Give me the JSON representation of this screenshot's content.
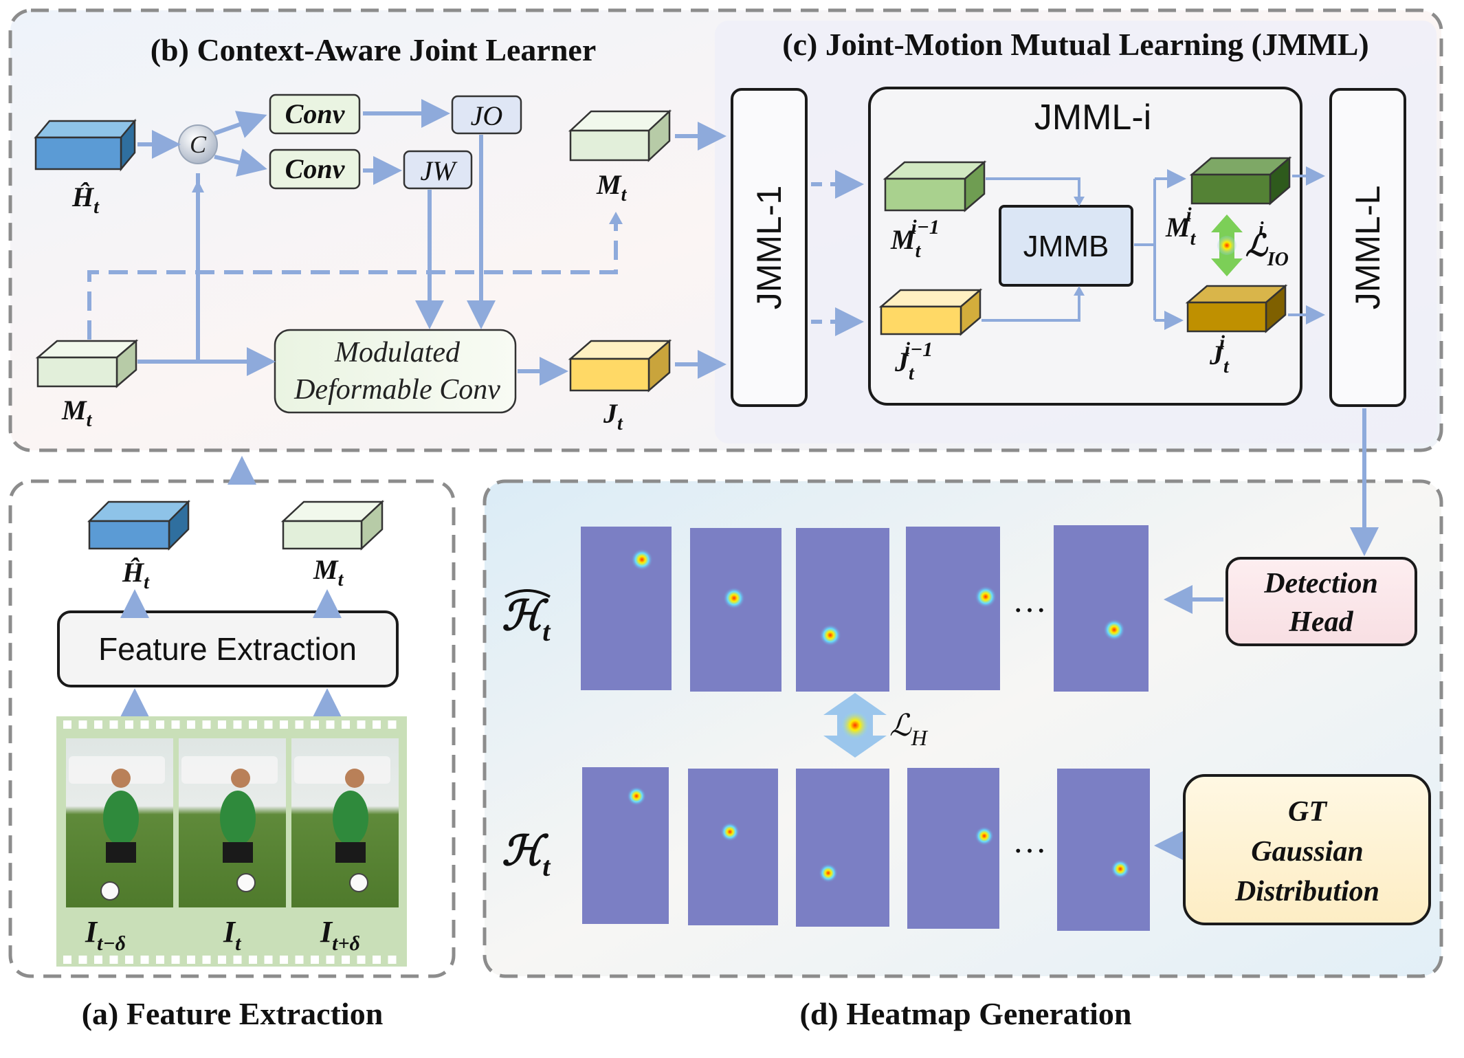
{
  "panels": {
    "b_title": "(b) Context-Aware Joint Learner",
    "c_title": "(c) Joint-Motion Mutual Learning (JMML)",
    "a_title": "(a) Feature Extraction",
    "d_title": "(d) Heatmap Generation"
  },
  "context_learner": {
    "h_hat_label": "Ĥ",
    "concat_label": "C",
    "conv_top": "Conv",
    "conv_bottom": "Conv",
    "jo_label": "JO",
    "jw_label": "JW",
    "modulated_line1": "Modulated",
    "modulated_line2": "Deformable Conv",
    "m_label": "M",
    "j_label": "J",
    "subscript_t": "t"
  },
  "jmml": {
    "block_first": "JMML-1",
    "block_mid": "JMML-i",
    "block_last": "JMML-L",
    "jmmb": "JMMB",
    "m_prev_sup": "i−1",
    "j_prev_sup": "i−1",
    "m_cur_sup": "i",
    "j_cur_sup": "i",
    "loss_sup": "i",
    "loss_sub": "IO"
  },
  "feature_extraction": {
    "box_label": "Feature Extraction",
    "frame_labels": [
      "I",
      "I",
      "I"
    ],
    "frame_subs": [
      "t−δ",
      "t",
      "t+δ"
    ]
  },
  "heatmap": {
    "pred_label": "ℋ",
    "gt_label": "ℋ",
    "ellipsis": "…",
    "loss_symbol": "ℒ",
    "loss_sub": "H",
    "detection_head_line1": "Detection",
    "detection_head_line2": "Head",
    "gt_line1": "GT",
    "gt_line2": "Gaussian",
    "gt_line3": "Distribution"
  },
  "colors": {
    "arrow": "#8eaadb",
    "h_cube": "#5b9bd5",
    "m_cube": "#e2efda",
    "j_cube": "#ffd966",
    "m_cube_green": "#a9d18e",
    "m_cube_dark": "#548235",
    "j_cube_gold": "#bf9000",
    "heatmap_bg": "#7b7fc4",
    "detection_bg": "#fce4ec",
    "gt_bg": "#fff2cc"
  }
}
